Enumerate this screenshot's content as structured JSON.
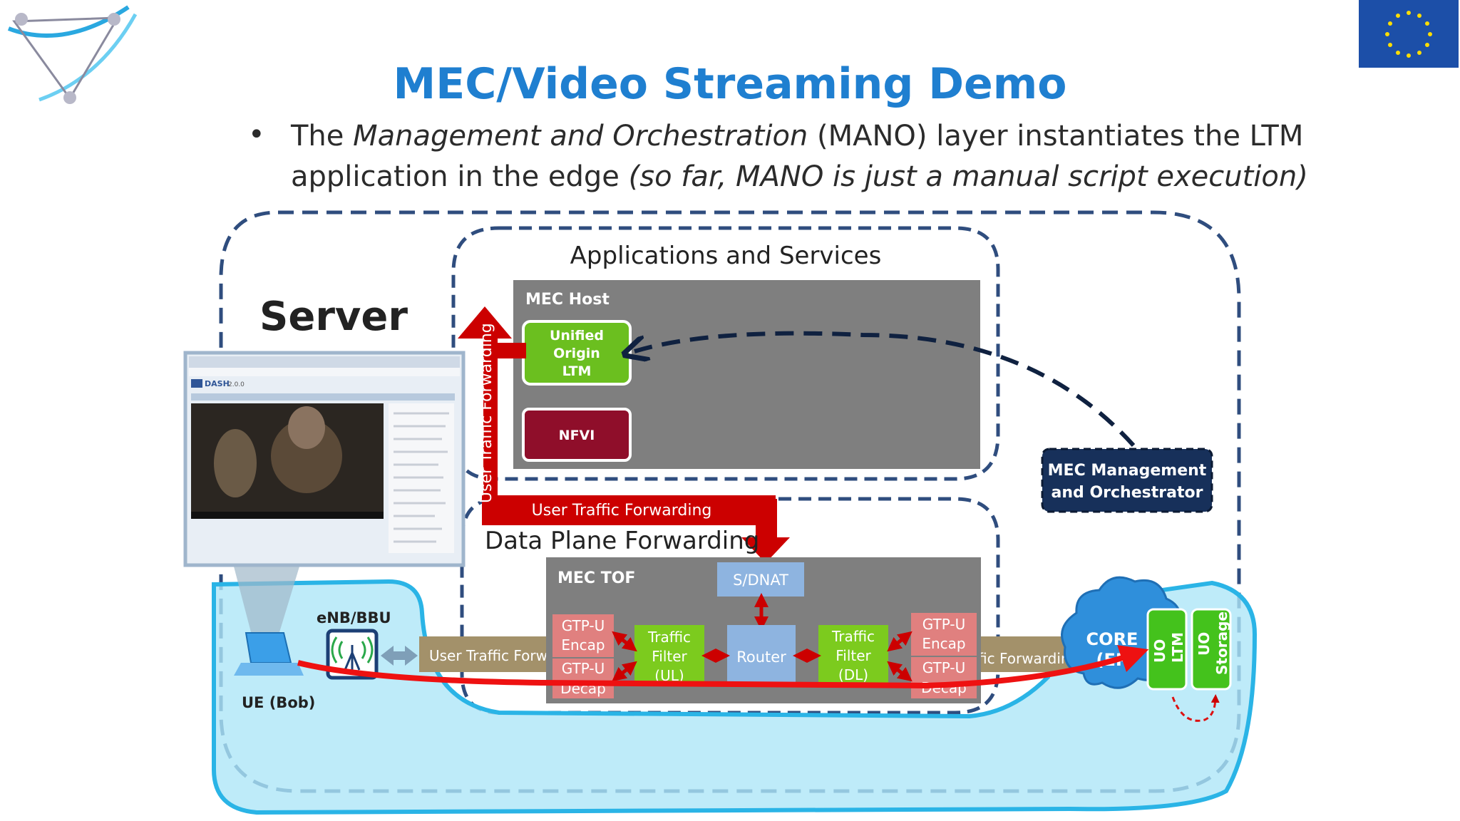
{
  "slide": {
    "title": "MEC/Video Streaming Demo",
    "bullet": {
      "marker": "•",
      "line1_a": "The ",
      "line1_b": "Management and Orchestration",
      "line1_c": " (MANO) layer instantiates the LTM",
      "line2_a": "application in the edge ",
      "line2_b": "(so far, MANO is just a manual script execution)"
    }
  },
  "diagram": {
    "server_label": "Server",
    "apps_services_label": "Applications and Services",
    "mec_host": {
      "label": "MEC Host",
      "unified_origin": [
        "Unified",
        "Origin",
        "LTM"
      ],
      "nfvi": "NFVI"
    },
    "mec_management": [
      "MEC Management",
      "and Orchestrator"
    ],
    "traffic_vertical": "User Traffic Forwarding",
    "traffic_horizontal": "User Traffic Forwarding",
    "data_plane_label": "Data Plane Forwarding",
    "mec_tof": {
      "label": "MEC TOF",
      "sdnat": "S/DNAT",
      "gtpu_encap_left": [
        "GTP-U",
        "Encap"
      ],
      "gtpu_decap_left": [
        "GTP-U",
        "Decap"
      ],
      "traffic_filter_ul": [
        "Traffic",
        "Filter",
        "(UL)"
      ],
      "router": "Router",
      "traffic_filter_dl": [
        "Traffic",
        "Filter",
        "(DL)"
      ],
      "gtpu_encap_right": [
        "GTP-U",
        "Encap"
      ],
      "gtpu_decap_right": [
        "GTP-U",
        "Decap"
      ]
    },
    "enb_label": "eNB/BBU",
    "ue_label": "UE (Bob)",
    "left_band_text": "User Traffic Forwar",
    "right_band_text": "fic Forwardin",
    "core_label": [
      "CORE",
      "(EP"
    ],
    "uo_ltm": [
      "UO",
      "LTM"
    ],
    "uo_storage": [
      "UO",
      "Storage"
    ],
    "browser": {
      "logo_text": "DASH",
      "version": "2.0.0"
    }
  },
  "colors": {
    "title_blue": "#1f7fd0",
    "dash_navy": "#2f4d7e",
    "mec_grey": "#7f7f7f",
    "uo_green": "#6bbf1f",
    "nfvi_red": "#8f0e2a",
    "arrow_red": "#cc0000",
    "highlight_cyan": "#aee6f7",
    "gtp_pink": "#e0807f",
    "filter_green": "#7ccb1e",
    "router_blue": "#8eb4e0",
    "core_blue": "#2f8fdb",
    "uo_bright": "#44c21c"
  },
  "icons": {
    "top_left": "network-logo-icon",
    "top_right": "eu-flag-icon",
    "antenna": "antenna-icon",
    "laptop": "laptop-icon",
    "cloud": "cloud-icon"
  }
}
